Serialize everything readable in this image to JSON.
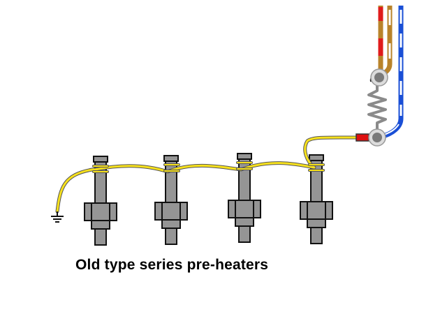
{
  "caption": "Old type series pre-heaters",
  "plugs": [
    {
      "name": "glow-plug-1"
    },
    {
      "name": "glow-plug-2"
    },
    {
      "name": "glow-plug-3"
    },
    {
      "name": "glow-plug-4"
    }
  ],
  "colors": {
    "plug_body": "#959595",
    "plug_outline": "#111111",
    "wire_yellow": "#f7e11c",
    "wire_outline": "#555555",
    "brown_wire": "#b9832a",
    "red_stripe": "#e01b1b",
    "blue_wire": "#1a4fd6",
    "resistor": "#8a8a8a",
    "red_connector": "#dd1111"
  },
  "icons": [
    "ground-icon",
    "resistor-coil-icon",
    "terminal-icon"
  ]
}
